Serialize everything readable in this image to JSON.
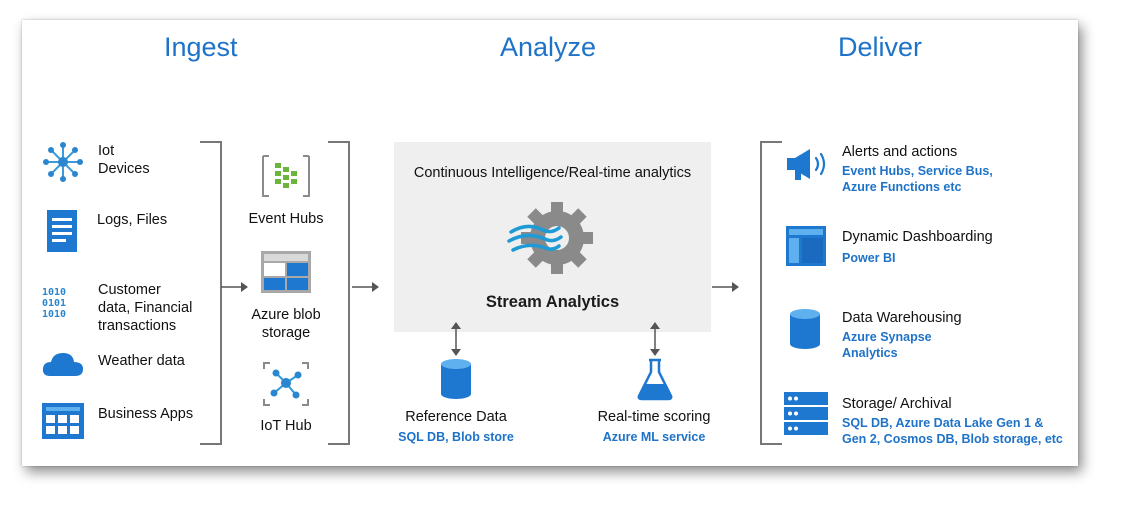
{
  "headers": {
    "ingest": "Ingest",
    "analyze": "Analyze",
    "deliver": "Deliver"
  },
  "sources": [
    {
      "icon": "iot-devices-icon",
      "label": "Iot\nDevices"
    },
    {
      "icon": "logs-files-icon",
      "label": "Logs, Files"
    },
    {
      "icon": "customer-data-icon",
      "label": "Customer\ndata, Financial\ntransactions"
    },
    {
      "icon": "weather-cloud-icon",
      "label": "Weather data"
    },
    {
      "icon": "business-apps-icon",
      "label": "Business Apps"
    }
  ],
  "ingest": [
    {
      "icon": "event-hubs-icon",
      "label": "Event Hubs"
    },
    {
      "icon": "azure-blob-storage-icon",
      "label": "Azure blob\nstorage"
    },
    {
      "icon": "iot-hub-icon",
      "label": "IoT Hub"
    }
  ],
  "analyze": {
    "title": "Continuous Intelligence/Real-time analytics",
    "engine": "Stream Analytics",
    "engine_icon": "stream-analytics-gear-icon",
    "reference": {
      "icon": "database-icon",
      "label": "Reference Data",
      "sub": "SQL DB, Blob store"
    },
    "scoring": {
      "icon": "ml-flask-icon",
      "label": "Real-time scoring",
      "sub": "Azure ML service"
    }
  },
  "deliver": [
    {
      "icon": "megaphone-icon",
      "label": "Alerts and actions",
      "sub": "Event Hubs, Service Bus,\nAzure Functions etc"
    },
    {
      "icon": "dashboard-icon",
      "label": "Dynamic Dashboarding",
      "sub": "Power BI"
    },
    {
      "icon": "warehouse-db-icon",
      "label": "Data Warehousing",
      "sub": "Azure Synapse\nAnalytics"
    },
    {
      "icon": "storage-archive-icon",
      "label": "Storage/ Archival",
      "sub": "SQL DB, Azure Data Lake Gen 1 &\nGen 2, Cosmos DB, Blob storage, etc"
    }
  ],
  "colors": {
    "accent": "#1e73c8",
    "box": "#efefef",
    "gear": "#8a8a8a",
    "event_hubs": "#6bb53b"
  }
}
